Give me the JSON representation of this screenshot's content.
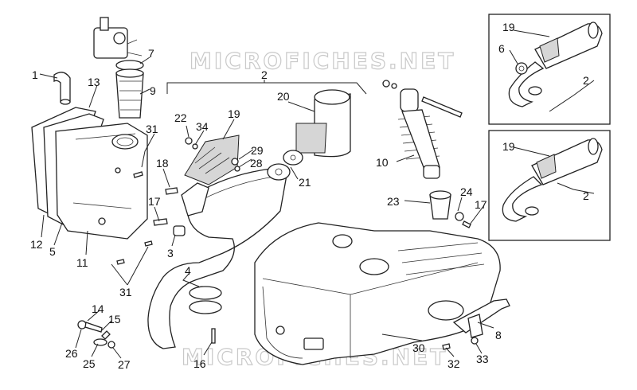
{
  "watermark": "MICROFICHES.NET",
  "labels": {
    "l1": "1",
    "l2a": "2",
    "l2b": "2",
    "l2c": "2",
    "l3": "3",
    "l4": "4",
    "l5": "5",
    "l6": "6",
    "l7": "7",
    "l8": "8",
    "l9": "9",
    "l10": "10",
    "l11": "11",
    "l12": "12",
    "l13": "13",
    "l14": "14",
    "l15": "15",
    "l16": "16",
    "l17a": "17",
    "l17b": "17",
    "l18": "18",
    "l19a": "19",
    "l19b": "19",
    "l19c": "19",
    "l20": "20",
    "l21": "21",
    "l22": "22",
    "l23": "23",
    "l24": "24",
    "l25": "25",
    "l26": "26",
    "l27": "27",
    "l28": "28",
    "l29": "29",
    "l30": "30",
    "l31a": "31",
    "l31b": "31",
    "l32": "32",
    "l33": "33",
    "l34": "34"
  }
}
